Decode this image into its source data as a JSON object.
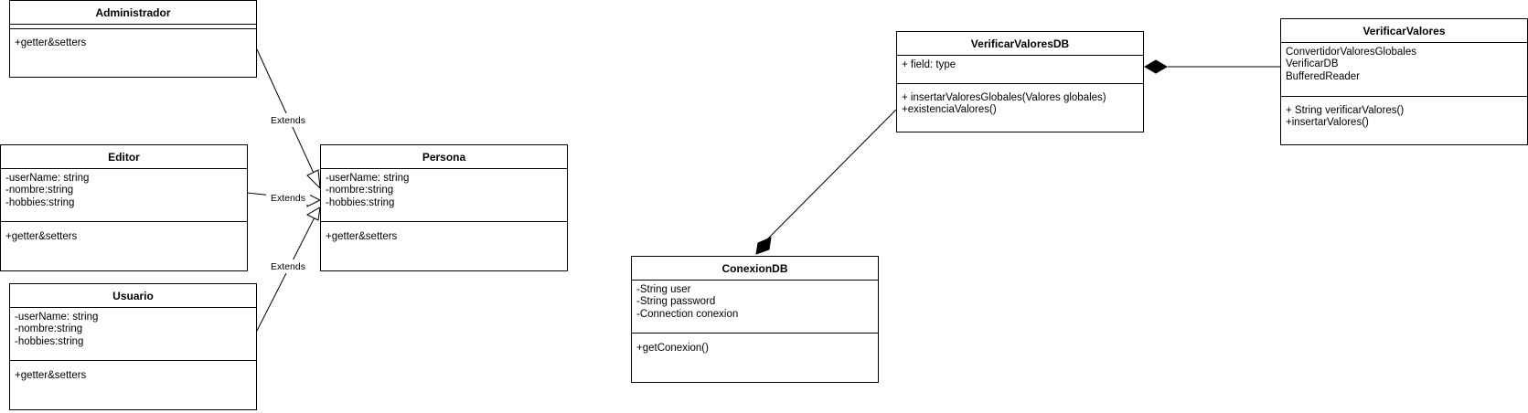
{
  "classes": {
    "administrador": {
      "name": "Administrador",
      "attributes": [],
      "methods": [
        "+getter&setters"
      ]
    },
    "editor": {
      "name": "Editor",
      "attributes": [
        "-userName: string",
        "-nombre:string",
        "-hobbies:string"
      ],
      "methods": [
        "+getter&setters"
      ]
    },
    "usuario": {
      "name": "Usuario",
      "attributes": [
        "-userName: string",
        "-nombre:string",
        "-hobbies:string"
      ],
      "methods": [
        "+getter&setters"
      ]
    },
    "persona": {
      "name": "Persona",
      "attributes": [
        "-userName: string",
        "-nombre:string",
        "-hobbies:string"
      ],
      "methods": [
        "+getter&setters"
      ]
    },
    "conexiondb": {
      "name": "ConexionDB",
      "attributes": [
        "-String user",
        "-String password",
        "-Connection conexion"
      ],
      "methods": [
        "+getConexion()"
      ]
    },
    "verificarvaloresdb": {
      "name": "VerificarValoresDB",
      "attributes": [
        "+ field: type"
      ],
      "methods": [
        "+ insertarValoresGlobales(Valores globales)",
        "+existenciaValores()"
      ]
    },
    "verificarvalores": {
      "name": "VerificarValores",
      "attributes": [
        "ConvertidorValoresGlobales",
        "VerificarDB",
        "BufferedReader"
      ],
      "methods": [
        "+ String verificarValores()",
        "+insertarValores()"
      ]
    }
  },
  "relations": {
    "extends_admin": "Extends",
    "extends_editor": "Extends",
    "extends_usuario": "Extends"
  }
}
